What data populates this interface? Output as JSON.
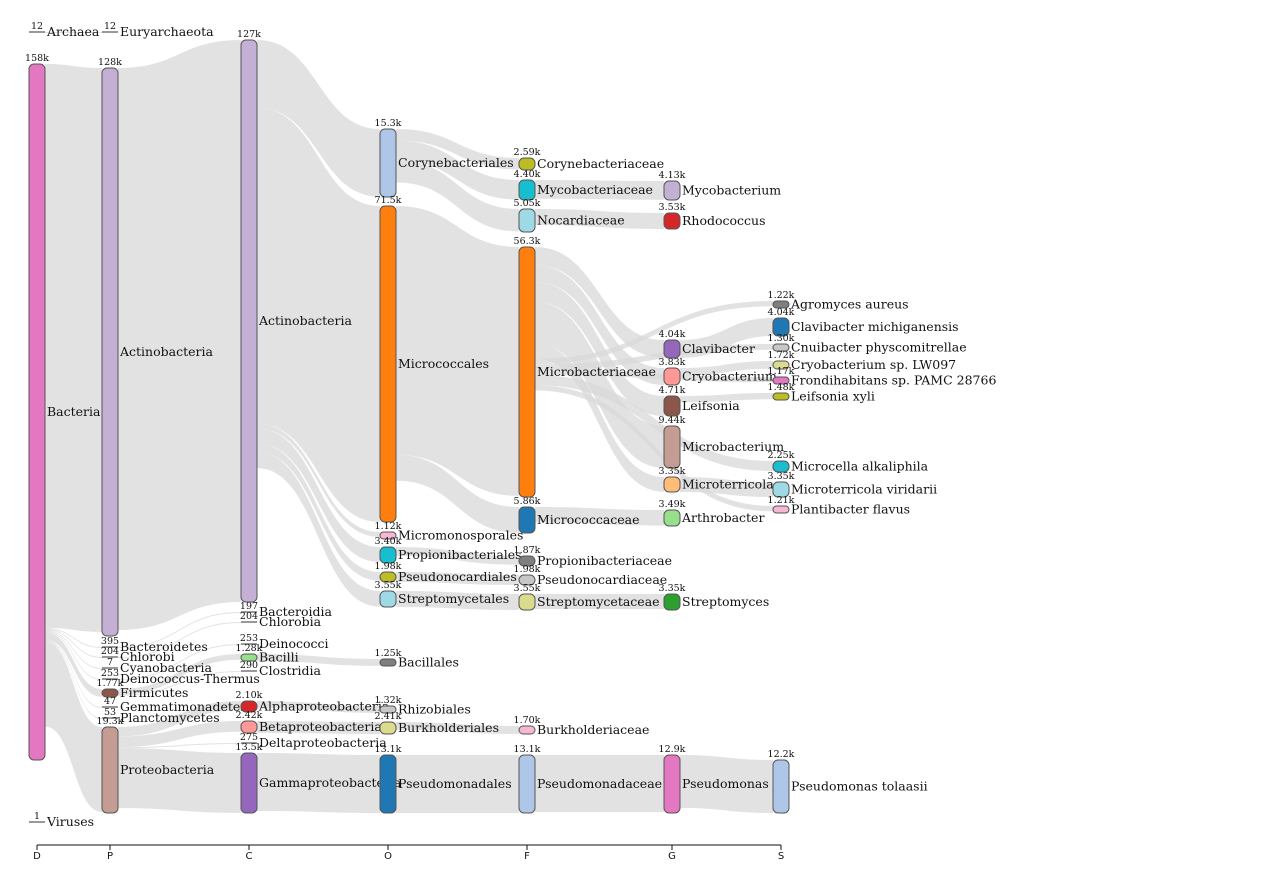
{
  "levels": [
    "D",
    "P",
    "C",
    "O",
    "F",
    "G",
    "S"
  ],
  "nodes": [
    {
      "id": "archaea",
      "level": 0,
      "name": "Archaea",
      "count": "12",
      "color": "#c0a0d0"
    },
    {
      "id": "bacteria",
      "level": 0,
      "name": "Bacteria",
      "count": "158k",
      "color": "#e377c2"
    },
    {
      "id": "viruses",
      "level": 0,
      "name": "Viruses",
      "count": "1",
      "color": "#8c564b"
    },
    {
      "id": "euryarchaeota",
      "level": 1,
      "name": "Euryarchaeota",
      "count": "12",
      "color": "#dddddd"
    },
    {
      "id": "actinobacteria_p",
      "level": 1,
      "name": "Actinobacteria",
      "count": "128k",
      "color": "#c5b0d5"
    },
    {
      "id": "bacteroidetes",
      "level": 1,
      "name": "Bacteroidetes",
      "count": "395",
      "color": "#aec7e8"
    },
    {
      "id": "chlorobi",
      "level": 1,
      "name": "Chlorobi",
      "count": "204",
      "color": "#98df8a"
    },
    {
      "id": "cyanobacteria",
      "level": 1,
      "name": "Cyanobacteria",
      "count": "7",
      "color": "#2ca02c"
    },
    {
      "id": "deinococcus",
      "level": 1,
      "name": "Deinococcus-Thermus",
      "count": "253",
      "color": "#ff9896"
    },
    {
      "id": "firmicutes",
      "level": 1,
      "name": "Firmicutes",
      "count": "1.77k",
      "color": "#8c564b"
    },
    {
      "id": "gemmatimonadetes",
      "level": 1,
      "name": "Gemmatimonadetes",
      "count": "47",
      "color": "#c49c94"
    },
    {
      "id": "planctomycetes",
      "level": 1,
      "name": "Planctomycetes",
      "count": "53",
      "color": "#f7b6d2"
    },
    {
      "id": "proteobacteria",
      "level": 1,
      "name": "Proteobacteria",
      "count": "19.3k",
      "color": "#c49c94"
    },
    {
      "id": "actinobacteria_c",
      "level": 2,
      "name": "Actinobacteria",
      "count": "127k",
      "color": "#c5b0d5"
    },
    {
      "id": "bacteroidia",
      "level": 2,
      "name": "Bacteroidia",
      "count": "197",
      "color": "#aec7e8"
    },
    {
      "id": "chlorobia",
      "level": 2,
      "name": "Chlorobia",
      "count": "204",
      "color": "#98df8a"
    },
    {
      "id": "deinococci",
      "level": 2,
      "name": "Deinococci",
      "count": "253",
      "color": "#ff9896"
    },
    {
      "id": "bacilli",
      "level": 2,
      "name": "Bacilli",
      "count": "1.28k",
      "color": "#98df8a"
    },
    {
      "id": "clostridia",
      "level": 2,
      "name": "Clostridia",
      "count": "290",
      "color": "#7f7f7f"
    },
    {
      "id": "alphaproteobacteria",
      "level": 2,
      "name": "Alphaproteobacteria",
      "count": "2.10k",
      "color": "#d62728"
    },
    {
      "id": "betaproteobacteria",
      "level": 2,
      "name": "Betaproteobacteria",
      "count": "2.42k",
      "color": "#ff9896"
    },
    {
      "id": "deltaproteobacteria",
      "level": 2,
      "name": "Deltaproteobacteria",
      "count": "275",
      "color": "#9467bd"
    },
    {
      "id": "gammaproteobacteria",
      "level": 2,
      "name": "Gammaproteobacteria",
      "count": "13.5k",
      "color": "#9467bd"
    },
    {
      "id": "corynebacteriales",
      "level": 3,
      "name": "Corynebacteriales",
      "count": "15.3k",
      "color": "#aec7e8"
    },
    {
      "id": "micrococcales",
      "level": 3,
      "name": "Micrococcales",
      "count": "71.5k",
      "color": "#ff7f0e"
    },
    {
      "id": "micromonosporales",
      "level": 3,
      "name": "Micromonosporales",
      "count": "1.12k",
      "color": "#f7b6d2"
    },
    {
      "id": "propionibacteriales",
      "level": 3,
      "name": "Propionibacteriales",
      "count": "3.40k",
      "color": "#17becf"
    },
    {
      "id": "pseudonocardiales",
      "level": 3,
      "name": "Pseudonocardiales",
      "count": "1.98k",
      "color": "#bcbd22"
    },
    {
      "id": "streptomycetales",
      "level": 3,
      "name": "Streptomycetales",
      "count": "3.55k",
      "color": "#9edae5"
    },
    {
      "id": "bacillales",
      "level": 3,
      "name": "Bacillales",
      "count": "1.25k",
      "color": "#7f7f7f"
    },
    {
      "id": "rhizobiales",
      "level": 3,
      "name": "Rhizobiales",
      "count": "1.32k",
      "color": "#c7c7c7"
    },
    {
      "id": "burkholderiales",
      "level": 3,
      "name": "Burkholderiales",
      "count": "2.41k",
      "color": "#dbdb8d"
    },
    {
      "id": "pseudomonadales",
      "level": 3,
      "name": "Pseudomonadales",
      "count": "13.1k",
      "color": "#1f77b4"
    },
    {
      "id": "corynebacteriaceae",
      "level": 4,
      "name": "Corynebacteriaceae",
      "count": "2.59k",
      "color": "#bcbd22"
    },
    {
      "id": "mycobacteriaceae",
      "level": 4,
      "name": "Mycobacteriaceae",
      "count": "4.40k",
      "color": "#17becf"
    },
    {
      "id": "nocardiaceae",
      "level": 4,
      "name": "Nocardiaceae",
      "count": "5.05k",
      "color": "#9edae5"
    },
    {
      "id": "microbacteriaceae",
      "level": 4,
      "name": "Microbacteriaceae",
      "count": "56.3k",
      "color": "#ff7f0e"
    },
    {
      "id": "micrococcaceae",
      "level": 4,
      "name": "Micrococcaceae",
      "count": "5.86k",
      "color": "#1f77b4"
    },
    {
      "id": "propionibacteriaceae",
      "level": 4,
      "name": "Propionibacteriaceae",
      "count": "1.87k",
      "color": "#7f7f7f"
    },
    {
      "id": "pseudonocardiaceae",
      "level": 4,
      "name": "Pseudonocardiaceae",
      "count": "1.98k",
      "color": "#c7c7c7"
    },
    {
      "id": "streptomycetaceae",
      "level": 4,
      "name": "Streptomycetaceae",
      "count": "3.55k",
      "color": "#dbdb8d"
    },
    {
      "id": "burkholderiaceae",
      "level": 4,
      "name": "Burkholderiaceae",
      "count": "1.70k",
      "color": "#f7b6d2"
    },
    {
      "id": "pseudomonadaceae",
      "level": 4,
      "name": "Pseudomonadaceae",
      "count": "13.1k",
      "color": "#aec7e8"
    },
    {
      "id": "mycobacterium",
      "level": 5,
      "name": "Mycobacterium",
      "count": "4.13k",
      "color": "#c5b0d5"
    },
    {
      "id": "rhodococcus",
      "level": 5,
      "name": "Rhodococcus",
      "count": "3.53k",
      "color": "#d62728"
    },
    {
      "id": "clavibacter",
      "level": 5,
      "name": "Clavibacter",
      "count": "4.04k",
      "color": "#9467bd"
    },
    {
      "id": "cryobacterium",
      "level": 5,
      "name": "Cryobacterium",
      "count": "3.83k",
      "color": "#ff9896"
    },
    {
      "id": "leifsonia",
      "level": 5,
      "name": "Leifsonia",
      "count": "4.71k",
      "color": "#8c564b"
    },
    {
      "id": "microbacterium",
      "level": 5,
      "name": "Microbacterium",
      "count": "9.44k",
      "color": "#c49c94"
    },
    {
      "id": "microterricola",
      "level": 5,
      "name": "Microterricola",
      "count": "3.35k",
      "color": "#ffbb78"
    },
    {
      "id": "arthrobacter",
      "level": 5,
      "name": "Arthrobacter",
      "count": "3.49k",
      "color": "#98df8a"
    },
    {
      "id": "streptomyces",
      "level": 5,
      "name": "Streptomyces",
      "count": "3.35k",
      "color": "#2ca02c"
    },
    {
      "id": "pseudomonas",
      "level": 5,
      "name": "Pseudomonas",
      "count": "12.9k",
      "color": "#e377c2"
    },
    {
      "id": "agromyces_aureus",
      "level": 6,
      "name": "Agromyces aureus",
      "count": "1.22k",
      "color": "#7f7f7f"
    },
    {
      "id": "clavibacter_michiganensis",
      "level": 6,
      "name": "Clavibacter michiganensis",
      "count": "4.04k",
      "color": "#1f77b4"
    },
    {
      "id": "cnuibacter",
      "level": 6,
      "name": "Cnuibacter physcomitrellae",
      "count": "1.30k",
      "color": "#c7c7c7"
    },
    {
      "id": "cryobacterium_lw097",
      "level": 6,
      "name": "Cryobacterium sp. LW097",
      "count": "1.72k",
      "color": "#dbdb8d"
    },
    {
      "id": "frondihabitans",
      "level": 6,
      "name": "Frondihabitans sp. PAMC 28766",
      "count": "1.17k",
      "color": "#e377c2"
    },
    {
      "id": "leifsonia_xyli",
      "level": 6,
      "name": "Leifsonia xyli",
      "count": "1.48k",
      "color": "#bcbd22"
    },
    {
      "id": "microcella",
      "level": 6,
      "name": "Microcella alkaliphila",
      "count": "2.25k",
      "color": "#17becf"
    },
    {
      "id": "microterricola_viridarii",
      "level": 6,
      "name": "Microterricola viridarii",
      "count": "3.35k",
      "color": "#9edae5"
    },
    {
      "id": "plantibacter",
      "level": 6,
      "name": "Plantibacter flavus",
      "count": "1.21k",
      "color": "#f7b6d2"
    },
    {
      "id": "pseudomonas_tolaasii",
      "level": 6,
      "name": "Pseudomonas tolaasii",
      "count": "12.2k",
      "color": "#aec7e8"
    }
  ],
  "links": [
    [
      "archaea",
      "euryarchaeota"
    ],
    [
      "bacteria",
      "actinobacteria_p"
    ],
    [
      "bacteria",
      "bacteroidetes"
    ],
    [
      "bacteria",
      "chlorobi"
    ],
    [
      "bacteria",
      "cyanobacteria"
    ],
    [
      "bacteria",
      "deinococcus"
    ],
    [
      "bacteria",
      "firmicutes"
    ],
    [
      "bacteria",
      "gemmatimonadetes"
    ],
    [
      "bacteria",
      "planctomycetes"
    ],
    [
      "bacteria",
      "proteobacteria"
    ],
    [
      "actinobacteria_p",
      "actinobacteria_c"
    ],
    [
      "bacteroidetes",
      "bacteroidia"
    ],
    [
      "chlorobi",
      "chlorobia"
    ],
    [
      "deinococcus",
      "deinococci"
    ],
    [
      "firmicutes",
      "bacilli"
    ],
    [
      "firmicutes",
      "clostridia"
    ],
    [
      "proteobacteria",
      "alphaproteobacteria"
    ],
    [
      "proteobacteria",
      "betaproteobacteria"
    ],
    [
      "proteobacteria",
      "deltaproteobacteria"
    ],
    [
      "proteobacteria",
      "gammaproteobacteria"
    ],
    [
      "actinobacteria_c",
      "corynebacteriales"
    ],
    [
      "actinobacteria_c",
      "micrococcales"
    ],
    [
      "actinobacteria_c",
      "micromonosporales"
    ],
    [
      "actinobacteria_c",
      "propionibacteriales"
    ],
    [
      "actinobacteria_c",
      "pseudonocardiales"
    ],
    [
      "actinobacteria_c",
      "streptomycetales"
    ],
    [
      "bacilli",
      "bacillales"
    ],
    [
      "alphaproteobacteria",
      "rhizobiales"
    ],
    [
      "betaproteobacteria",
      "burkholderiales"
    ],
    [
      "gammaproteobacteria",
      "pseudomonadales"
    ],
    [
      "corynebacteriales",
      "corynebacteriaceae"
    ],
    [
      "corynebacteriales",
      "mycobacteriaceae"
    ],
    [
      "corynebacteriales",
      "nocardiaceae"
    ],
    [
      "micrococcales",
      "microbacteriaceae"
    ],
    [
      "micrococcales",
      "micrococcaceae"
    ],
    [
      "propionibacteriales",
      "propionibacteriaceae"
    ],
    [
      "pseudonocardiales",
      "pseudonocardiaceae"
    ],
    [
      "streptomycetales",
      "streptomycetaceae"
    ],
    [
      "burkholderiales",
      "burkholderiaceae"
    ],
    [
      "pseudomonadales",
      "pseudomonadaceae"
    ],
    [
      "mycobacteriaceae",
      "mycobacterium"
    ],
    [
      "nocardiaceae",
      "rhodococcus"
    ],
    [
      "microbacteriaceae",
      "clavibacter"
    ],
    [
      "microbacteriaceae",
      "cryobacterium"
    ],
    [
      "microbacteriaceae",
      "leifsonia"
    ],
    [
      "microbacteriaceae",
      "microbacterium"
    ],
    [
      "microbacteriaceae",
      "microterricola"
    ],
    [
      "micrococcaceae",
      "arthrobacter"
    ],
    [
      "streptomycetaceae",
      "streptomyces"
    ],
    [
      "pseudomonadaceae",
      "pseudomonas"
    ],
    [
      "microbacteriaceae",
      "agromyces_aureus"
    ],
    [
      "clavibacter",
      "clavibacter_michiganensis"
    ],
    [
      "microbacteriaceae",
      "cnuibacter"
    ],
    [
      "cryobacterium",
      "cryobacterium_lw097"
    ],
    [
      "microbacteriaceae",
      "frondihabitans"
    ],
    [
      "leifsonia",
      "leifsonia_xyli"
    ],
    [
      "microbacteriaceae",
      "microcella"
    ],
    [
      "microterricola",
      "microterricola_viridarii"
    ],
    [
      "microbacteriaceae",
      "plantibacter"
    ],
    [
      "pseudomonas",
      "pseudomonas_tolaasii"
    ]
  ]
}
